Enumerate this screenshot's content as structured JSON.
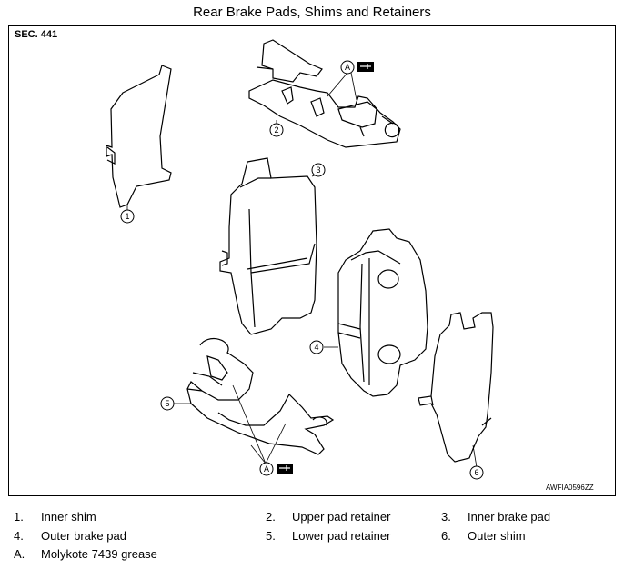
{
  "title": "Rear Brake Pads, Shims and Retainers",
  "section": "SEC. 441",
  "figure_code": "AWFIA0596ZZ",
  "callouts": [
    "1",
    "2",
    "3",
    "4",
    "5",
    "6",
    "A"
  ],
  "legend": [
    {
      "num": "1.",
      "text": "Inner shim"
    },
    {
      "num": "2.",
      "text": "Upper pad retainer"
    },
    {
      "num": "3.",
      "text": "Inner brake pad"
    },
    {
      "num": "4.",
      "text": "Outer brake pad"
    },
    {
      "num": "5.",
      "text": "Lower pad retainer"
    },
    {
      "num": "6.",
      "text": "Outer shim"
    },
    {
      "num": "A.",
      "text": "Molykote 7439 grease"
    }
  ]
}
